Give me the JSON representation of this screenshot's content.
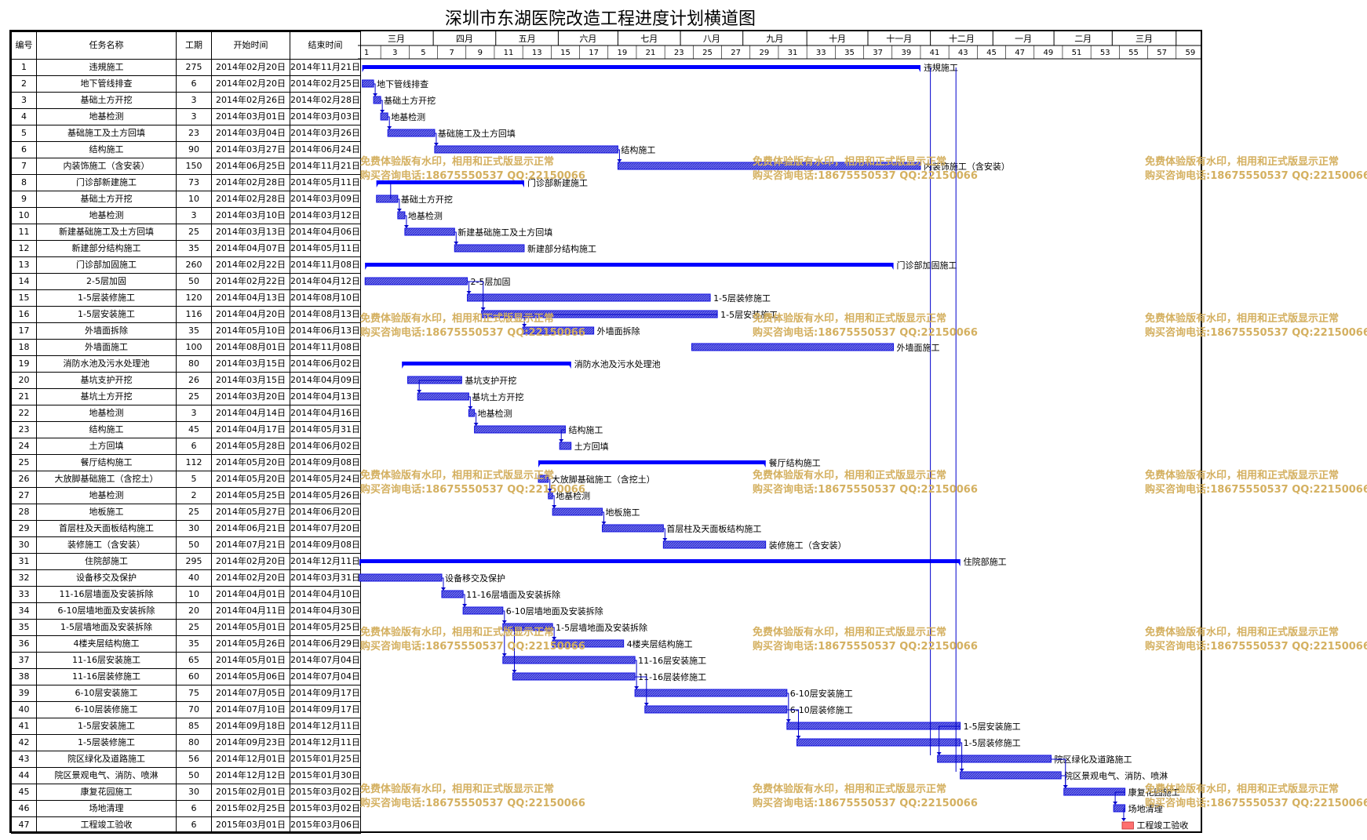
{
  "title": "深圳市东湖医院改造工程进度计划横道图",
  "headers": [
    "编号",
    "任务名称",
    "工期",
    "开始时间",
    "结束时间"
  ],
  "months": [
    "三月",
    "四月",
    "五月",
    "六月",
    "七月",
    "八月",
    "九月",
    "十月",
    "十一月",
    "十二月",
    "一月",
    "二月",
    "三月"
  ],
  "week_ticks": [
    1,
    3,
    5,
    7,
    9,
    11,
    13,
    15,
    17,
    19,
    21,
    23,
    25,
    27,
    29,
    31,
    33,
    35,
    37,
    39,
    41,
    43,
    45,
    47,
    49,
    51,
    53,
    55,
    57,
    59
  ],
  "watermark": {
    "line1": "免费体验版有水印，相用和正式版显示正常",
    "line2": "购买咨询电话:18675550537 QQ:22150066"
  },
  "colors": {
    "bar": "#1010e0",
    "bar_fill": "#6f6ff0",
    "summary": "#0000ff",
    "milestone": "#ff7070",
    "watermark": "#d4b060"
  },
  "chart_data": {
    "type": "gantt",
    "title": "深圳市东湖医院改造工程进度计划横道图",
    "x_axis": "week number (project weeks 1–59, starting 2014年02月)",
    "tasks": [
      {
        "id": 1,
        "name": "违規施工",
        "duration": 275,
        "start": "2014年02月20日",
        "end": "2014年11月21日",
        "summary": true,
        "bar_label": "违規施工",
        "s": 0.2,
        "e": 39.5
      },
      {
        "id": 2,
        "name": "地下管线排查",
        "duration": 6,
        "start": "2014年02月20日",
        "end": "2014年02月25日",
        "summary": false,
        "bar_label": "地下管线排查",
        "s": 0.2,
        "e": 1.0
      },
      {
        "id": 3,
        "name": "基础土方开挖",
        "duration": 3,
        "start": "2014年02月26日",
        "end": "2014年02月28日",
        "summary": false,
        "bar_label": "基础土方开挖",
        "s": 1.0,
        "e": 1.5
      },
      {
        "id": 4,
        "name": "地基检测",
        "duration": 3,
        "start": "2014年03月01日",
        "end": "2014年03月03日",
        "summary": false,
        "bar_label": "地基检测",
        "s": 1.5,
        "e": 2.0
      },
      {
        "id": 5,
        "name": "基础施工及土方回填",
        "duration": 23,
        "start": "2014年03月04日",
        "end": "2014年03月26日",
        "summary": false,
        "bar_label": "基础施工及土方回填",
        "s": 2.0,
        "e": 5.3
      },
      {
        "id": 6,
        "name": "结构施工",
        "duration": 90,
        "start": "2014年03月27日",
        "end": "2014年06月24日",
        "summary": false,
        "bar_label": "结构施工",
        "s": 5.3,
        "e": 18.2
      },
      {
        "id": 7,
        "name": "内装饰施工（含安装）",
        "duration": 150,
        "start": "2014年06月25日",
        "end": "2014年11月21日",
        "summary": false,
        "bar_label": "内装饰施工（含安装）",
        "s": 18.2,
        "e": 39.5
      },
      {
        "id": 8,
        "name": "门诊部新建施工",
        "duration": 73,
        "start": "2014年02月28日",
        "end": "2014年05月11日",
        "summary": true,
        "bar_label": "门诊部新建施工",
        "s": 1.2,
        "e": 11.6
      },
      {
        "id": 9,
        "name": "基础土方开挖",
        "duration": 10,
        "start": "2014年02月28日",
        "end": "2014年03月09日",
        "summary": false,
        "bar_label": "基础土方开挖",
        "s": 1.2,
        "e": 2.7
      },
      {
        "id": 10,
        "name": "地基检测",
        "duration": 3,
        "start": "2014年03月10日",
        "end": "2014年03月12日",
        "summary": false,
        "bar_label": "地基检测",
        "s": 2.7,
        "e": 3.2
      },
      {
        "id": 11,
        "name": "新建基础施工及土方回填",
        "duration": 25,
        "start": "2014年03月13日",
        "end": "2014年04月06日",
        "summary": false,
        "bar_label": "新建基础施工及土方回填",
        "s": 3.2,
        "e": 6.7
      },
      {
        "id": 12,
        "name": "新建部分结构施工",
        "duration": 35,
        "start": "2014年04月07日",
        "end": "2014年05月11日",
        "summary": false,
        "bar_label": "新建部分结构施工",
        "s": 6.7,
        "e": 11.6
      },
      {
        "id": 13,
        "name": "门诊部加固施工",
        "duration": 260,
        "start": "2014年02月22日",
        "end": "2014年11月08日",
        "summary": true,
        "bar_label": "门诊部加固施工",
        "s": 0.4,
        "e": 37.6
      },
      {
        "id": 14,
        "name": "2-5层加固",
        "duration": 50,
        "start": "2014年02月22日",
        "end": "2014年04月12日",
        "summary": false,
        "bar_label": "2-5层加固",
        "s": 0.4,
        "e": 7.6
      },
      {
        "id": 15,
        "name": "1-5层装修施工",
        "duration": 120,
        "start": "2014年04月13日",
        "end": "2014年08月10日",
        "summary": false,
        "bar_label": "1-5层装修施工",
        "s": 7.6,
        "e": 24.7
      },
      {
        "id": 16,
        "name": "1-5层安装施工",
        "duration": 116,
        "start": "2014年04月20日",
        "end": "2014年08月13日",
        "summary": false,
        "bar_label": "1-5层安装施工",
        "s": 8.6,
        "e": 25.2
      },
      {
        "id": 17,
        "name": "外墙面拆除",
        "duration": 35,
        "start": "2014年05月10日",
        "end": "2014年06月13日",
        "summary": false,
        "bar_label": "外墙面拆除",
        "s": 11.5,
        "e": 16.5
      },
      {
        "id": 18,
        "name": "外墙面施工",
        "duration": 100,
        "start": "2014年08月01日",
        "end": "2014年11月08日",
        "summary": false,
        "bar_label": "外墙面施工",
        "s": 23.4,
        "e": 37.6
      },
      {
        "id": 19,
        "name": "消防水池及污水处理池",
        "duration": 80,
        "start": "2014年03月15日",
        "end": "2014年06月02日",
        "summary": true,
        "bar_label": "消防水池及污水处理池",
        "s": 3.0,
        "e": 14.9
      },
      {
        "id": 20,
        "name": "基坑支护开挖",
        "duration": 26,
        "start": "2014年03月15日",
        "end": "2014年04月09日",
        "summary": false,
        "bar_label": "基坑支护开挖",
        "s": 3.4,
        "e": 7.2
      },
      {
        "id": 21,
        "name": "基坑土方开挖",
        "duration": 25,
        "start": "2014年03月20日",
        "end": "2014年04月13日",
        "summary": false,
        "bar_label": "基坑土方开挖",
        "s": 4.1,
        "e": 7.7
      },
      {
        "id": 22,
        "name": "地基检测",
        "duration": 3,
        "start": "2014年04月14日",
        "end": "2014年04月16日",
        "summary": false,
        "bar_label": "地基检测",
        "s": 7.7,
        "e": 8.1
      },
      {
        "id": 23,
        "name": "结构施工",
        "duration": 45,
        "start": "2014年04月17日",
        "end": "2014年05月31日",
        "summary": false,
        "bar_label": "结构施工",
        "s": 8.1,
        "e": 14.5
      },
      {
        "id": 24,
        "name": "土方回填",
        "duration": 6,
        "start": "2014年05月28日",
        "end": "2014年06月02日",
        "summary": false,
        "bar_label": "土方回填",
        "s": 14.1,
        "e": 14.9
      },
      {
        "id": 25,
        "name": "餐厅结构施工",
        "duration": 112,
        "start": "2014年05月20日",
        "end": "2014年09月08日",
        "summary": true,
        "bar_label": "餐厅结构施工",
        "s": 12.6,
        "e": 28.6
      },
      {
        "id": 26,
        "name": "大放脚基础施工（含挖土）",
        "duration": 5,
        "start": "2014年05月20日",
        "end": "2014年05月24日",
        "summary": false,
        "bar_label": "大放脚基础施工（含挖土）",
        "s": 12.6,
        "e": 13.3
      },
      {
        "id": 27,
        "name": "地基检测",
        "duration": 2,
        "start": "2014年05月25日",
        "end": "2014年05月26日",
        "summary": false,
        "bar_label": "地基检测",
        "s": 13.3,
        "e": 13.6
      },
      {
        "id": 28,
        "name": "地板施工",
        "duration": 25,
        "start": "2014年05月27日",
        "end": "2014年06月20日",
        "summary": false,
        "bar_label": "地板施工",
        "s": 13.6,
        "e": 17.1
      },
      {
        "id": 29,
        "name": "首层柱及天面板结构施工",
        "duration": 30,
        "start": "2014年06月21日",
        "end": "2014年07月20日",
        "summary": false,
        "bar_label": "首层柱及天面板结构施工",
        "s": 17.1,
        "e": 21.4
      },
      {
        "id": 30,
        "name": "装修施工（含安装）",
        "duration": 50,
        "start": "2014年07月21日",
        "end": "2014年09月08日",
        "summary": false,
        "bar_label": "装修施工（含安装）",
        "s": 21.4,
        "e": 28.6
      },
      {
        "id": 31,
        "name": "住院部施工",
        "duration": 295,
        "start": "2014年02月20日",
        "end": "2014年12月11日",
        "summary": true,
        "bar_label": "住院部施工",
        "s": 0.0,
        "e": 42.3
      },
      {
        "id": 32,
        "name": "设备移交及保护",
        "duration": 40,
        "start": "2014年02月20日",
        "end": "2014年03月31日",
        "summary": false,
        "bar_label": "设备移交及保护",
        "s": 0.0,
        "e": 5.8
      },
      {
        "id": 33,
        "name": "11-16层墙面及安装拆除",
        "duration": 10,
        "start": "2014年04月01日",
        "end": "2014年04月10日",
        "summary": false,
        "bar_label": "11-16层墙面及安装拆除",
        "s": 5.8,
        "e": 7.3
      },
      {
        "id": 34,
        "name": "6-10层墙地面及安装拆除",
        "duration": 20,
        "start": "2014年04月11日",
        "end": "2014年04月30日",
        "summary": false,
        "bar_label": "6-10层墙地面及安装拆除",
        "s": 7.3,
        "e": 10.1
      },
      {
        "id": 35,
        "name": "1-5层墙地面及安装拆除",
        "duration": 25,
        "start": "2014年05月01日",
        "end": "2014年05月25日",
        "summary": false,
        "bar_label": "1-5层墙地面及安装拆除",
        "s": 10.1,
        "e": 13.6
      },
      {
        "id": 36,
        "name": "4楼夹层结构施工",
        "duration": 35,
        "start": "2014年05月26日",
        "end": "2014年06月29日",
        "summary": false,
        "bar_label": "4楼夹层结构施工",
        "s": 13.6,
        "e": 18.6
      },
      {
        "id": 37,
        "name": "11-16层安装施工",
        "duration": 65,
        "start": "2014年05月01日",
        "end": "2014年07月04日",
        "summary": false,
        "bar_label": "11-16层安装施工",
        "s": 10.1,
        "e": 19.4
      },
      {
        "id": 38,
        "name": "11-16层装修施工",
        "duration": 60,
        "start": "2014年05月06日",
        "end": "2014年07月04日",
        "summary": false,
        "bar_label": "11-16层装修施工",
        "s": 10.8,
        "e": 19.4
      },
      {
        "id": 39,
        "name": "6-10层安装施工",
        "duration": 75,
        "start": "2014年07月05日",
        "end": "2014年09月17日",
        "summary": false,
        "bar_label": "6-10层安装施工",
        "s": 19.4,
        "e": 30.1
      },
      {
        "id": 40,
        "name": "6-10层装修施工",
        "duration": 70,
        "start": "2014年07月10日",
        "end": "2014年09月17日",
        "summary": false,
        "bar_label": "6-10层装修施工",
        "s": 20.1,
        "e": 30.1
      },
      {
        "id": 41,
        "name": "1-5层安装施工",
        "duration": 85,
        "start": "2014年09月18日",
        "end": "2014年12月11日",
        "summary": false,
        "bar_label": "1-5层安装施工",
        "s": 30.1,
        "e": 42.3
      },
      {
        "id": 42,
        "name": "1-5层装修施工",
        "duration": 80,
        "start": "2014年09月23日",
        "end": "2014年12月11日",
        "summary": false,
        "bar_label": "1-5层装修施工",
        "s": 30.8,
        "e": 42.3
      },
      {
        "id": 43,
        "name": "院区绿化及道路施工",
        "duration": 56,
        "start": "2014年12月01日",
        "end": "2015年01月25日",
        "summary": false,
        "bar_label": "院区绿化及道路施工",
        "s": 40.7,
        "e": 48.7
      },
      {
        "id": 44,
        "name": "院区景观电气、消防、喷淋",
        "duration": 50,
        "start": "2014年12月12日",
        "end": "2015年01月30日",
        "summary": false,
        "bar_label": "院区景观电气、消防、喷淋",
        "s": 42.3,
        "e": 49.4
      },
      {
        "id": 45,
        "name": "康复花园施工",
        "duration": 30,
        "start": "2015年02月01日",
        "end": "2015年03月02日",
        "summary": false,
        "bar_label": "康复花园施工",
        "s": 49.6,
        "e": 53.9
      },
      {
        "id": 46,
        "name": "场地清理",
        "duration": 6,
        "start": "2015年02月25日",
        "end": "2015年03月02日",
        "summary": false,
        "bar_label": "场地清理",
        "s": 53.1,
        "e": 53.9
      },
      {
        "id": 47,
        "name": "工程竣工验收",
        "duration": 6,
        "start": "2015年03月01日",
        "end": "2015年03月06日",
        "summary": false,
        "milestone": true,
        "bar_label": "工程竣工验收",
        "s": 53.7,
        "e": 54.5
      }
    ]
  }
}
